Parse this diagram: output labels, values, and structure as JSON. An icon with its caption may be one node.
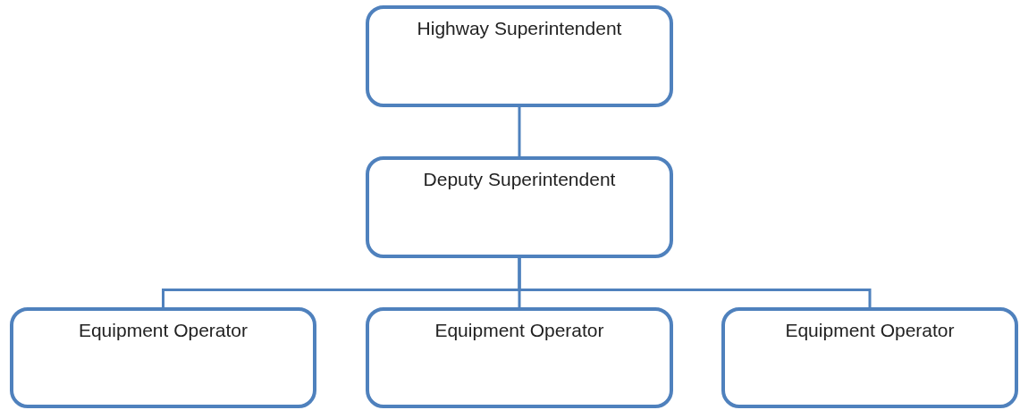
{
  "diagram": {
    "nodes": [
      {
        "text": [
          "Highway Superintendent"
        ]
      },
      {
        "text": [
          "Deputy Superintendent"
        ]
      },
      {
        "text": [
          "Equipment Operator"
        ]
      },
      {
        "text": [
          "Equipment Operator"
        ]
      },
      {
        "text": [
          "Equipment Operator"
        ]
      }
    ],
    "edges": [
      {
        "from": 0,
        "to": 1,
        "arrow": "none"
      },
      {
        "from": 1,
        "to": 2,
        "arrow": "none"
      },
      {
        "from": 1,
        "to": 3,
        "arrow": "none"
      },
      {
        "from": 1,
        "to": 4,
        "arrow": "none"
      }
    ]
  }
}
